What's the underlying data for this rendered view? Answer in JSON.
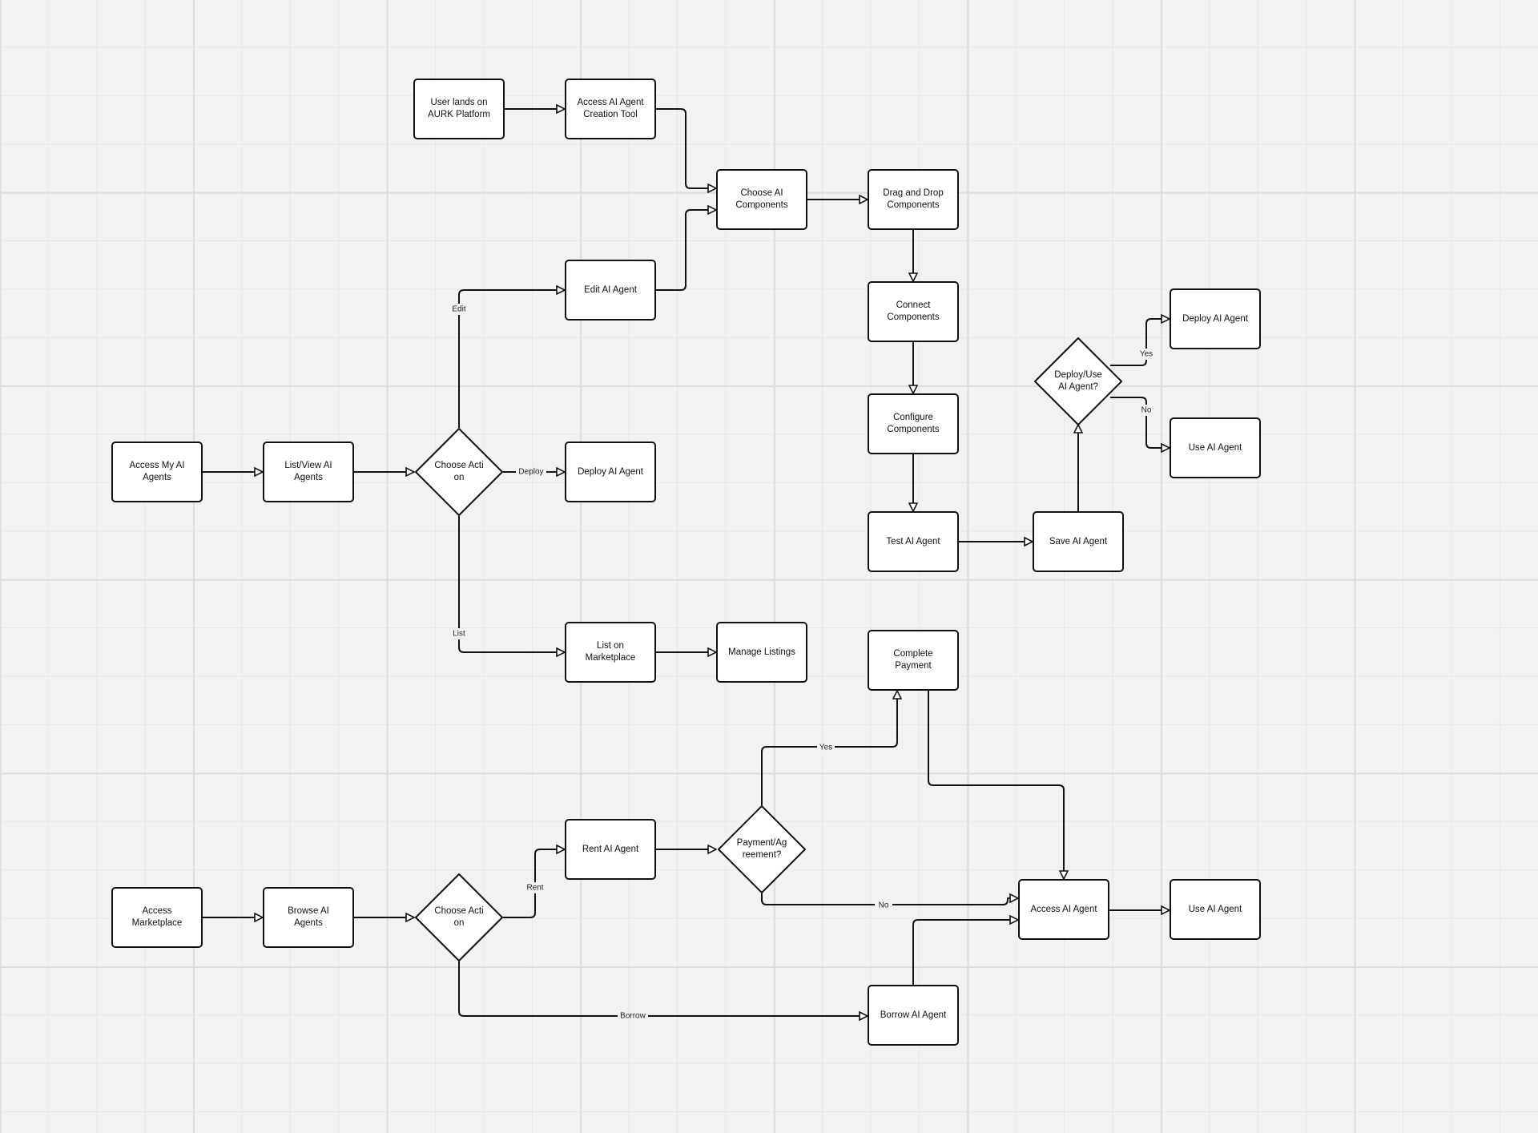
{
  "diagram": {
    "nodes": {
      "user_lands": "User lands on AURK Platform",
      "access_creation_tool": "Access AI Agent Creation Tool",
      "choose_components": "Choose AI Components",
      "drag_drop": "Drag and Drop Components",
      "edit_agent": "Edit AI Agent",
      "connect_components": "Connect Components",
      "configure_components": "Configure Components",
      "test_agent": "Test AI Agent",
      "save_agent": "Save AI Agent",
      "deploy_use_decision": "Deploy/Use AI Agent?",
      "deploy_agent_top": "Deploy AI Agent",
      "use_agent_top": "Use AI Agent",
      "access_my_agents": "Access My AI Agents",
      "list_view_agents": "List/View AI Agents",
      "choose_action_mine": "Choose Action",
      "deploy_agent_mid": "Deploy AI Agent",
      "list_marketplace": "List on Marketplace",
      "manage_listings": "Manage Listings",
      "complete_payment": "Complete Payment",
      "access_marketplace": "Access Marketplace",
      "browse_agents": "Browse AI Agents",
      "choose_action_market": "Choose Action",
      "rent_agent": "Rent AI Agent",
      "payment_decision": "Payment/Agreement?",
      "access_agent": "Access AI Agent",
      "use_agent_bottom": "Use AI Agent",
      "borrow_agent": "Borrow AI Agent"
    },
    "edge_labels": {
      "edit": "Edit",
      "deploy": "Deploy",
      "list": "List",
      "yes_deploy": "Yes",
      "no_use": "No",
      "yes_payment": "Yes",
      "no_payment": "No",
      "rent": "Rent",
      "borrow": "Borrow"
    }
  }
}
